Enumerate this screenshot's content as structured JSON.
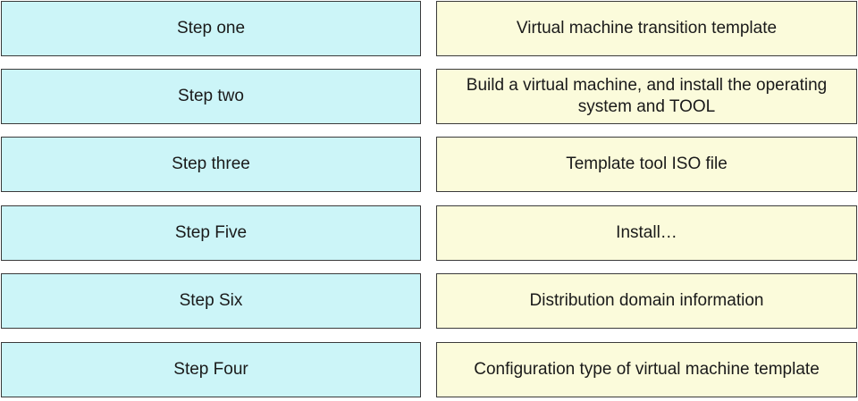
{
  "rows": [
    {
      "step": "Step one",
      "description": "Virtual machine transition template"
    },
    {
      "step": "Step two",
      "description": "Build a virtual machine, and install the operating system and TOOL"
    },
    {
      "step": "Step three",
      "description": "Template tool ISO file"
    },
    {
      "step": "Step Five",
      "description": "Install…"
    },
    {
      "step": "Step Six",
      "description": "Distribution domain information"
    },
    {
      "step": "Step Four",
      "description": "Configuration type of virtual machine template"
    }
  ],
  "colors": {
    "step_box": "#ccf5f8",
    "description_box": "#fbfbdb",
    "border": "#3a3a3a"
  }
}
